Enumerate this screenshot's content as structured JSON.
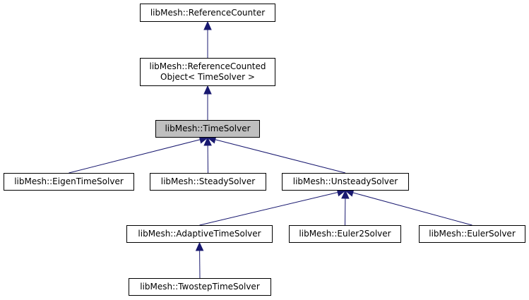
{
  "diagram": {
    "edge_color": "#191970",
    "node_border_color": "#000000",
    "current_node_fill": "#bfbfbf",
    "nodes": {
      "reference_counter": {
        "label": "libMesh::ReferenceCounter"
      },
      "reference_counted_object": {
        "label_line1": "libMesh::ReferenceCounted",
        "label_line2": "Object< TimeSolver >"
      },
      "time_solver": {
        "label": "libMesh::TimeSolver",
        "current": true
      },
      "eigen_time_solver": {
        "label": "libMesh::EigenTimeSolver"
      },
      "steady_solver": {
        "label": "libMesh::SteadySolver"
      },
      "unsteady_solver": {
        "label": "libMesh::UnsteadySolver"
      },
      "adaptive_time_solver": {
        "label": "libMesh::AdaptiveTimeSolver"
      },
      "euler2_solver": {
        "label": "libMesh::Euler2Solver"
      },
      "euler_solver": {
        "label": "libMesh::EulerSolver"
      },
      "twostep_time_solver": {
        "label": "libMesh::TwostepTimeSolver"
      }
    },
    "edges": [
      {
        "from": "reference_counted_object",
        "to": "reference_counter"
      },
      {
        "from": "time_solver",
        "to": "reference_counted_object"
      },
      {
        "from": "eigen_time_solver",
        "to": "time_solver"
      },
      {
        "from": "steady_solver",
        "to": "time_solver"
      },
      {
        "from": "unsteady_solver",
        "to": "time_solver"
      },
      {
        "from": "adaptive_time_solver",
        "to": "unsteady_solver"
      },
      {
        "from": "euler2_solver",
        "to": "unsteady_solver"
      },
      {
        "from": "euler_solver",
        "to": "unsteady_solver"
      },
      {
        "from": "twostep_time_solver",
        "to": "adaptive_time_solver"
      }
    ]
  }
}
